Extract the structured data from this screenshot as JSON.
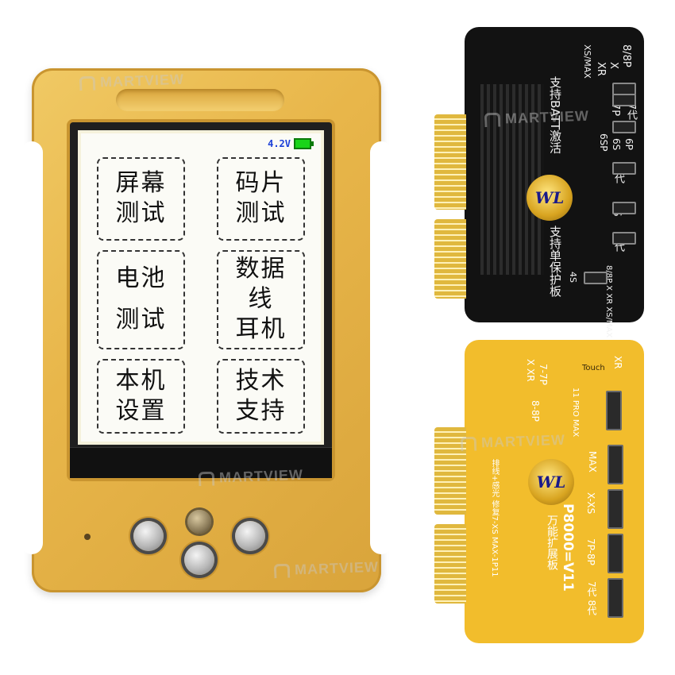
{
  "watermark": {
    "text": "MARTVIEW"
  },
  "tester": {
    "battery_voltage": "4.2V",
    "menu": [
      {
        "lines": [
          "屏幕",
          "测试"
        ]
      },
      {
        "lines": [
          "码片",
          "测试"
        ]
      },
      {
        "lines": [
          "电池",
          "测试"
        ]
      },
      {
        "lines": [
          "数据",
          "线",
          "耳机"
        ]
      },
      {
        "lines": [
          "本机",
          "设置"
        ]
      },
      {
        "lines": [
          "技术",
          "支持"
        ]
      }
    ]
  },
  "black_board": {
    "title": "支持BATT激活",
    "models": [
      "8/8P",
      "X",
      "XR",
      "XS/MAX",
      "7代",
      "7P",
      "6P",
      "6S",
      "6SP",
      "6代",
      "5S",
      "5代",
      "4S"
    ],
    "side_label": "支持单保护板",
    "bottom_model": "8/8P X XR XS/MAX",
    "logo": "WL"
  },
  "yellow_board": {
    "name": "万能扩展板",
    "model": "P8000=V11",
    "labels": [
      "X XR",
      "7-7P",
      "8-8P",
      "11 PRO MAX",
      "MAX",
      "X-XS",
      "7P-8P",
      "7代 8代",
      "Touch",
      "XR"
    ],
    "center_text": "排线+感光 修复7-XS MAX-1P11",
    "logo": "WL"
  },
  "colors": {
    "device_gold": "#e8b64a",
    "board_black": "#121212",
    "board_yellow": "#f2bd2c",
    "battery_text": "#1a3fd8",
    "battery_fill": "#19d419"
  }
}
